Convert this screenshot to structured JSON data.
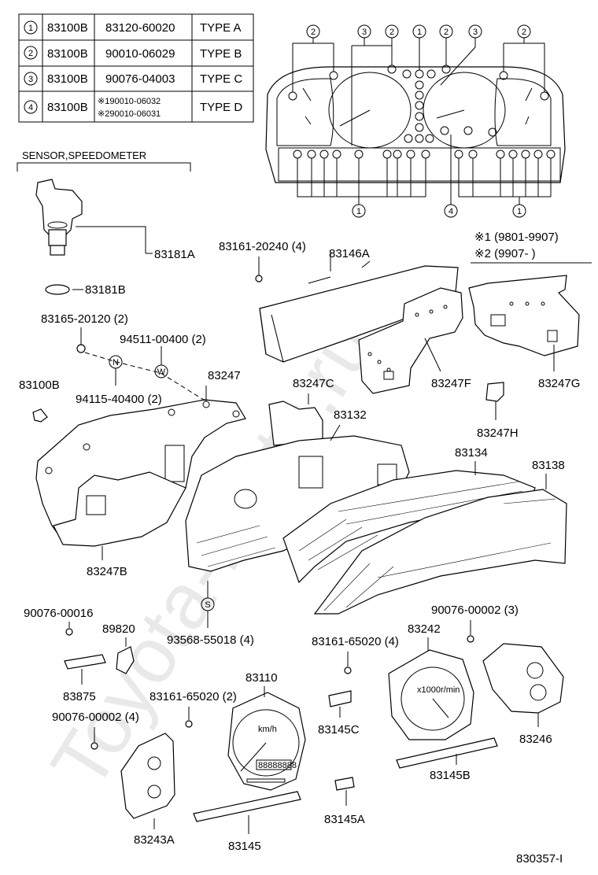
{
  "type_table": [
    {
      "num": "1",
      "base": "83100B",
      "part": "83120-60020",
      "type": "TYPE A"
    },
    {
      "num": "2",
      "base": "83100B",
      "part": "90010-06029",
      "type": "TYPE B"
    },
    {
      "num": "3",
      "base": "83100B",
      "part": "90076-04003",
      "type": "TYPE C"
    },
    {
      "num": "4",
      "base": "83100B",
      "part1": "※190010-06032",
      "part2": "※290010-06031",
      "type": "TYPE D"
    }
  ],
  "sensor_title": "SENSOR,SPEEDOMETER",
  "period_notes": [
    "※1 (9801-9907)",
    "※2 (9907-       )"
  ],
  "callouts": {
    "c1": "1",
    "c2": "2",
    "c3": "3",
    "c4": "4"
  },
  "labels": {
    "l83181A": "83181A",
    "l83181B": "83181B",
    "l83161_20240": "83161-20240 (4)",
    "l83146A": "83146A",
    "l83165": "83165-20120 (2)",
    "l94511": "94511-00400 (2)",
    "l83100B": "83100B",
    "l94115": "94115-40400 (2)",
    "l83247": "83247",
    "l83247C": "83247C",
    "l83247F": "83247F",
    "l83247G": "83247G",
    "l83132": "83132",
    "l83247H": "83247H",
    "l83134": "83134",
    "l83138": "83138",
    "l83247B": "83247B",
    "l93568": "93568-55018 (4)",
    "l90076_16": "90076-00016",
    "l89820": "89820",
    "l83875": "83875",
    "l83161_65020_2": "83161-65020 (2)",
    "l90076_02_4": "90076-00002 (4)",
    "l83110": "83110",
    "l83161_65020_4": "83161-65020 (4)",
    "l83242": "83242",
    "l90076_02_3": "90076-00002 (3)",
    "l83246": "83246",
    "l83145C": "83145C",
    "l83145B": "83145B",
    "l83145A": "83145A",
    "l83145": "83145",
    "l83243A": "83243A",
    "code": "830357-I"
  },
  "marks": {
    "w": "W",
    "n": "N",
    "s": "S"
  },
  "gauge_text": {
    "speed_unit": "km/h",
    "tach_unit": "x1000r/min",
    "odo": "88888888"
  },
  "watermark": "Toyota-Parts.ru"
}
